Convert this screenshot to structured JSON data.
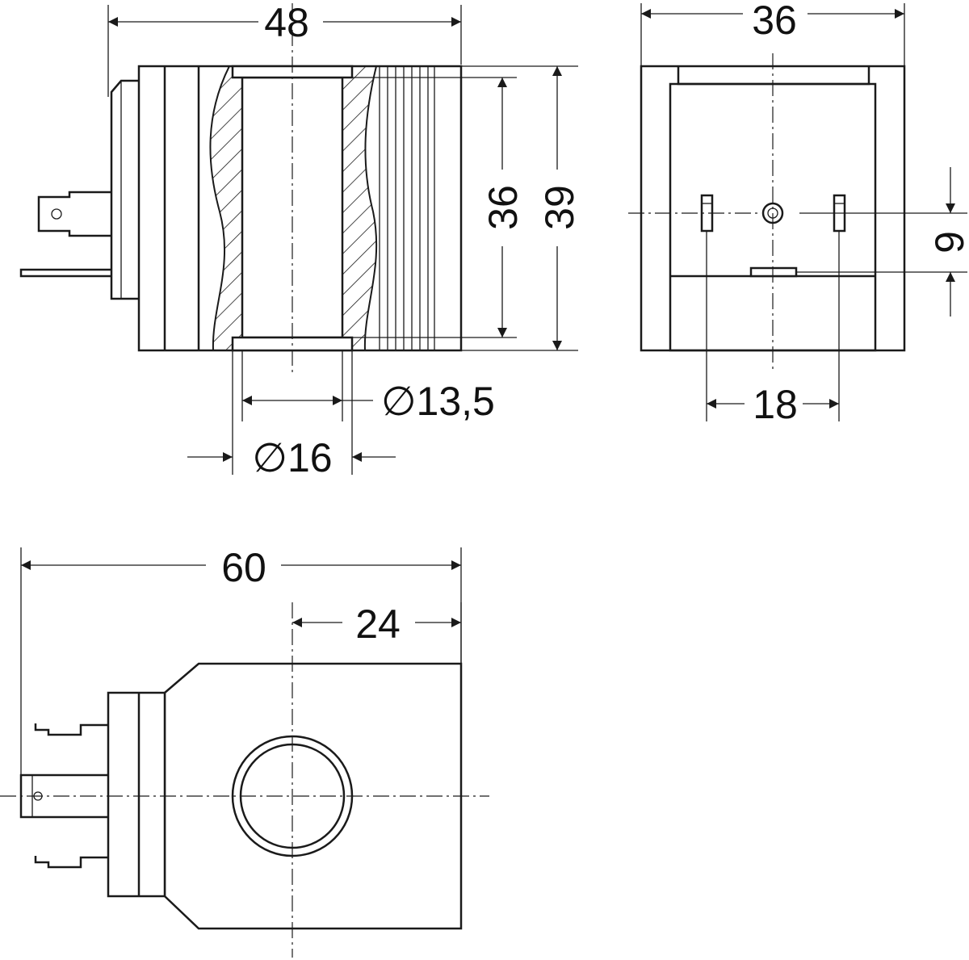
{
  "dimensions": {
    "side_length": "48",
    "front_width": "36",
    "bore_height": "36",
    "total_height": "39",
    "pin_vertical_offset": "9",
    "pin_spacing": "18",
    "inner_diameter": "∅13,5",
    "outer_diameter": "∅16",
    "overall_length": "60",
    "axis_to_end": "24"
  }
}
